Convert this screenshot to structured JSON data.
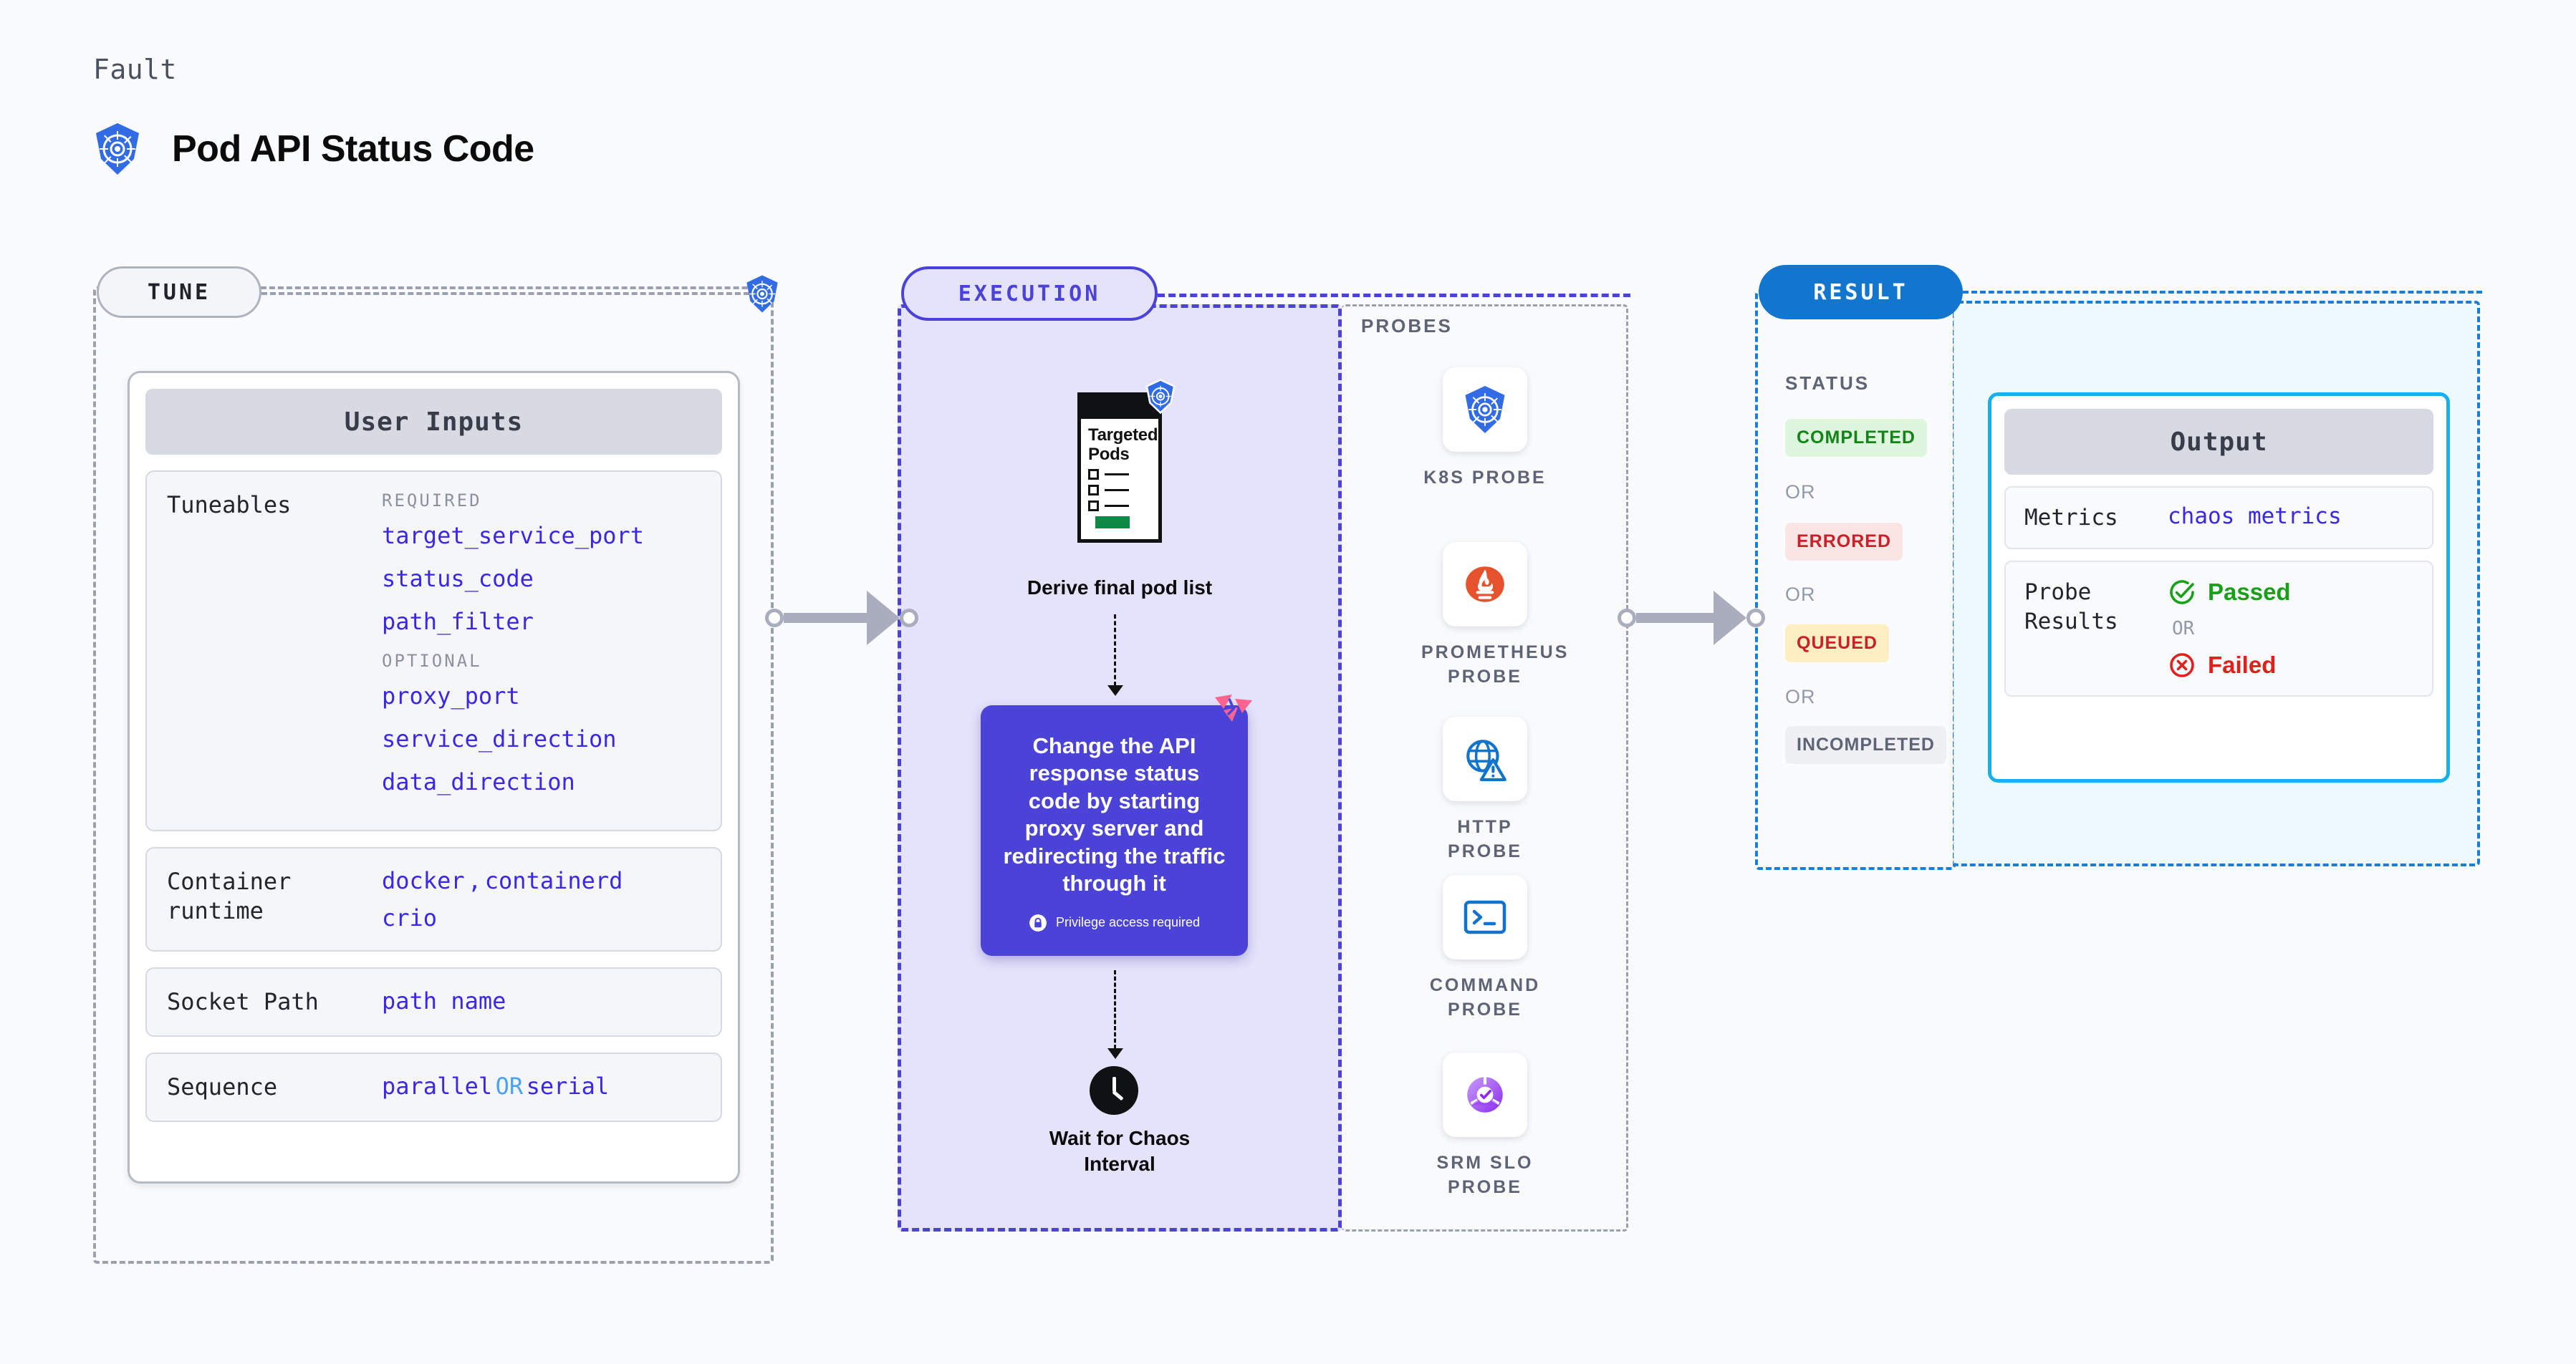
{
  "header": {
    "eyebrow": "Fault",
    "title": "Pod API Status Code",
    "logo_icon": "kubernetes-icon"
  },
  "tune": {
    "pill_label": "TUNE",
    "badge_icon": "kubernetes-icon",
    "card_title": "User Inputs",
    "rows": [
      {
        "label": "Tuneables",
        "required_heading": "REQUIRED",
        "required": [
          "target_service_port",
          "status_code",
          "path_filter"
        ],
        "optional_heading": "OPTIONAL",
        "optional": [
          "proxy_port",
          "service_direction",
          "data_direction"
        ]
      },
      {
        "label": "Container runtime",
        "values": [
          "docker",
          ",",
          "containerd",
          "crio"
        ]
      },
      {
        "label": "Socket Path",
        "values": [
          "path name"
        ]
      },
      {
        "label": "Sequence",
        "values": [
          "parallel",
          "OR",
          "serial"
        ]
      }
    ]
  },
  "execution": {
    "pill_label": "EXECUTION",
    "pods_doc": {
      "title_line1": "Targeted",
      "title_line2": "Pods",
      "badge_icon": "kubernetes-icon",
      "checkbox_rows": 3
    },
    "step1_caption": "Derive final pod list",
    "action_card": {
      "text": "Change the API response status code by starting proxy server and redirecting the traffic through it",
      "privilege_note": "Privilege access required",
      "privilege_icon": "lock-icon",
      "corner_icon": "harness-logo-icon",
      "color": "#4b42d8"
    },
    "step2_icon": "clock-icon",
    "step2_caption_line1": "Wait for Chaos",
    "step2_caption_line2": "Interval"
  },
  "probes": {
    "section_title": "PROBES",
    "items": [
      {
        "label_line1": "K8S  PROBE",
        "label_line2": "",
        "icon": "kubernetes-icon"
      },
      {
        "label_line1": "PROMETHEUS",
        "label_line2": "PROBE",
        "icon": "prometheus-icon"
      },
      {
        "label_line1": "HTTP  PROBE",
        "label_line2": "",
        "icon": "http-globe-warning-icon"
      },
      {
        "label_line1": "COMMAND",
        "label_line2": "PROBE",
        "icon": "terminal-icon"
      },
      {
        "label_line1": "SRM  SLO",
        "label_line2": "PROBE",
        "icon": "srm-slo-icon"
      }
    ]
  },
  "result": {
    "pill_label": "RESULT",
    "status_title": "STATUS",
    "or_label": "OR",
    "badges": [
      {
        "label": "COMPLETED",
        "bg": "#dff6de",
        "fg": "#128418"
      },
      {
        "label": "ERRORED",
        "bg": "#fbe4e4",
        "fg": "#cb2028"
      },
      {
        "label": "QUEUED",
        "bg": "#fdeec3",
        "fg": "#cb2028"
      },
      {
        "label": "INCOMPLETED",
        "bg": "#eff0f4",
        "fg": "#5e6475"
      }
    ]
  },
  "output": {
    "card_title": "Output",
    "metrics_label": "Metrics",
    "metrics_value": "chaos metrics",
    "probe_results_label": "Probe Results",
    "passed_label": "Passed",
    "passed_icon": "check-circle-icon",
    "or_label": "OR",
    "failed_label": "Failed",
    "failed_icon": "x-circle-icon",
    "accent": "#17b0ec"
  }
}
